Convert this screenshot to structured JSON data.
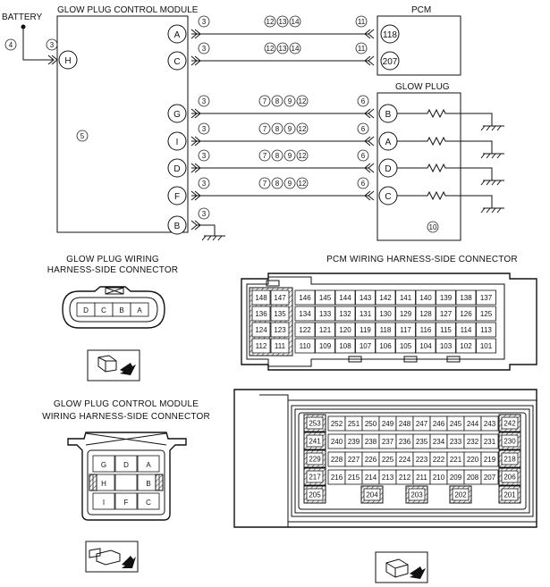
{
  "labels": {
    "battery": "BATTERY",
    "gpcm": "GLOW PLUG CONTROL MODULE",
    "pcm": "PCM",
    "glow_plug": "GLOW PLUG",
    "gp_conn_1": "GLOW PLUG WIRING",
    "gp_conn_2": "HARNESS-SIDE CONNECTOR",
    "pcm_conn": "PCM WIRING HARNESS-SIDE CONNECTOR",
    "gpcm_conn_1": "GLOW PLUG CONTROL MODULE",
    "gpcm_conn_2": "WIRING HARNESS-SIDE CONNECTOR"
  },
  "callouts": {
    "c3": "3",
    "c4": "4",
    "c5": "5",
    "c6": "6",
    "c10": "10",
    "c11": "11",
    "c7": "7",
    "c8": "8",
    "c9": "9",
    "c12": "12",
    "c13": "13",
    "c14": "14"
  },
  "gpcm_pins": {
    "H": "H",
    "A": "A",
    "C": "C",
    "G": "G",
    "I": "I",
    "D": "D",
    "F": "F",
    "B": "B"
  },
  "pcm_pins": {
    "p118": "118",
    "p207": "207"
  },
  "glow_pins": {
    "B": "B",
    "A": "A",
    "D": "D",
    "C": "C"
  },
  "gp_connector": [
    "D",
    "C",
    "B",
    "A"
  ],
  "gpcm_connector": {
    "row1": [
      "G",
      "D",
      "A"
    ],
    "row2": [
      "H",
      "",
      "B"
    ],
    "row3": [
      "I",
      "F",
      "C"
    ]
  },
  "pcm1": {
    "left": [
      [
        "148",
        "147"
      ],
      [
        "136",
        "135"
      ],
      [
        "124",
        "123"
      ],
      [
        "112",
        "111"
      ]
    ],
    "rows": [
      [
        "146",
        "145",
        "144",
        "143",
        "142",
        "141",
        "140",
        "139",
        "138",
        "137"
      ],
      [
        "134",
        "133",
        "132",
        "131",
        "130",
        "129",
        "128",
        "127",
        "126",
        "125"
      ],
      [
        "122",
        "121",
        "120",
        "119",
        "118",
        "117",
        "116",
        "115",
        "114",
        "113"
      ],
      [
        "110",
        "109",
        "108",
        "107",
        "106",
        "105",
        "104",
        "103",
        "102",
        "101"
      ]
    ]
  },
  "pcm2": {
    "left": [
      "253",
      "241",
      "229",
      "217"
    ],
    "right": [
      "242",
      "230",
      "218",
      "206"
    ],
    "rows": [
      [
        "252",
        "251",
        "250",
        "249",
        "248",
        "247",
        "246",
        "245",
        "244",
        "243"
      ],
      [
        "240",
        "239",
        "238",
        "237",
        "236",
        "235",
        "234",
        "233",
        "232",
        "231"
      ],
      [
        "228",
        "227",
        "226",
        "225",
        "224",
        "223",
        "222",
        "221",
        "220",
        "219"
      ],
      [
        "216",
        "215",
        "214",
        "213",
        "212",
        "211",
        "210",
        "209",
        "208",
        "207"
      ]
    ],
    "bottom": [
      "205",
      "204",
      "203",
      "202",
      "201"
    ]
  }
}
